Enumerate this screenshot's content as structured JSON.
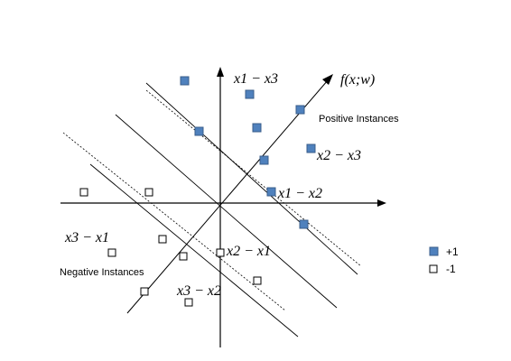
{
  "diagram": {
    "function_label": "f(x;w)",
    "region_positive": "Positive Instances",
    "region_negative": "Negative Instances",
    "vector_labels": {
      "x1_minus_x3": "x1 − x3",
      "x2_minus_x3": "x2 − x3",
      "x1_minus_x2": "x1 − x2",
      "x3_minus_x1": "x3 − x1",
      "x2_minus_x1": "x2 − x1",
      "x3_minus_x2": "x3 − x2"
    }
  },
  "legend": {
    "positive_label": "+1",
    "negative_label": "-1"
  },
  "colors": {
    "positive_fill": "#4f81bd",
    "positive_stroke": "#385d8a",
    "negative_fill": "#ffffff",
    "negative_stroke": "#000000",
    "line": "#000000"
  }
}
